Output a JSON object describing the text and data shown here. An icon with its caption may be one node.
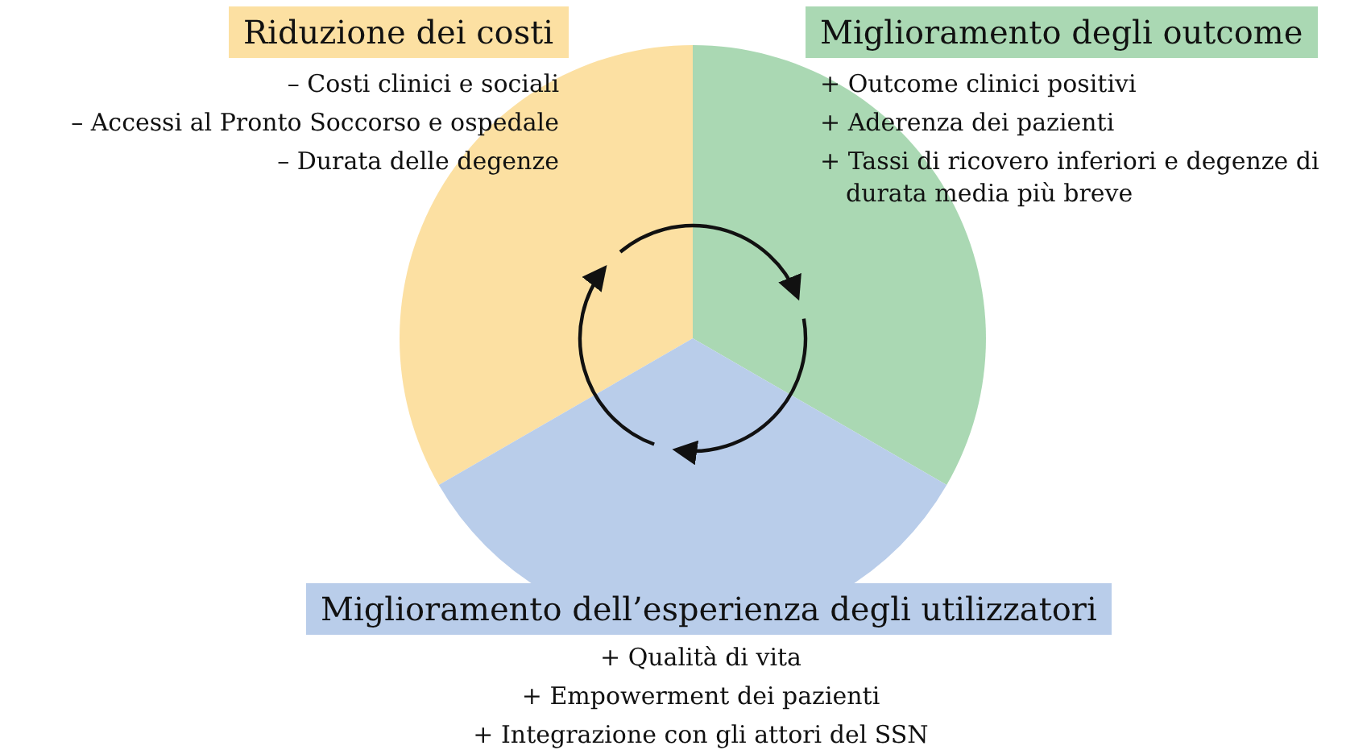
{
  "diagram": {
    "nodes": [
      {
        "text": [
          "Riduzione dei costi",
          "– Costi clinici e sociali",
          "– Accessi al Pronto Soccorso e ospedale",
          "– Durata delle degenze"
        ]
      },
      {
        "text": [
          "Miglioramento degli outcome",
          "+ Outcome clinici positivi",
          "+ Aderenza dei pazienti",
          "+ Tassi di ricovero inferiori e degenze di durata media più breve"
        ]
      },
      {
        "text": [
          "Miglioramento dell’esperienza degli utilizzatori",
          "+ Qualità di vita",
          "+ Empowerment dei pazienti",
          "+ Integrazione con gli attori del SSN"
        ]
      }
    ],
    "edges": [
      {
        "from": 0,
        "to": 1,
        "arrow": "to"
      },
      {
        "from": 1,
        "to": 2,
        "arrow": "to"
      },
      {
        "from": 2,
        "to": 0,
        "arrow": "to"
      }
    ]
  }
}
